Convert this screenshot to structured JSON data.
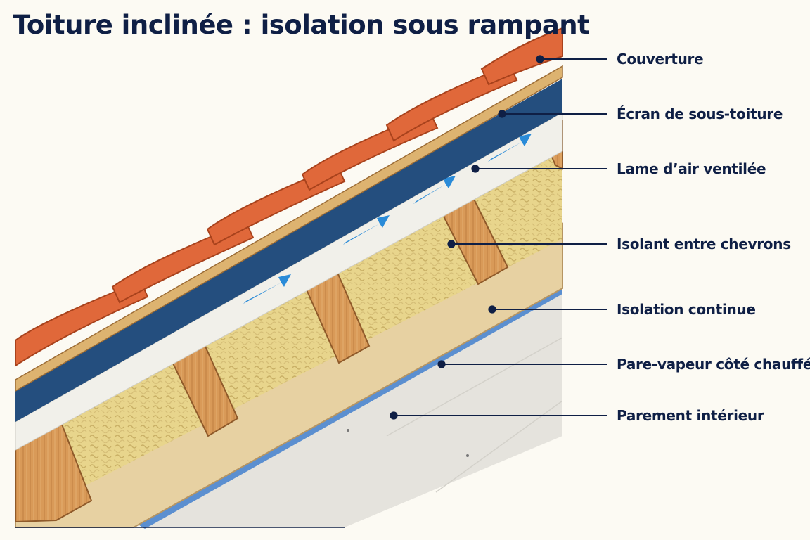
{
  "title": "Toiture inclinée : isolation sous rampant",
  "colors": {
    "text": "#0f1f45",
    "tile": "#e0683a",
    "membrane": "#244e7e",
    "air_gap": "#f1f0ea",
    "insulation": "#e8d58c",
    "wood": "#d99a58",
    "board": "#e7d1a2",
    "vapor_barrier": "#5b8fd0",
    "interior": "#e5e3dd",
    "airflow": "#2a8bd8"
  },
  "layers": [
    {
      "id": "couverture",
      "label": "Couverture"
    },
    {
      "id": "ecran",
      "label": "Écran de sous-toiture"
    },
    {
      "id": "lame-air",
      "label": "Lame d’air ventilée"
    },
    {
      "id": "isolant",
      "label": "Isolant entre chevrons"
    },
    {
      "id": "isolation-continue",
      "label": "Isolation continue"
    },
    {
      "id": "pare-vapeur",
      "label": "Pare-vapeur côté chauffé"
    },
    {
      "id": "parement",
      "label": "Parement intérieur"
    }
  ]
}
